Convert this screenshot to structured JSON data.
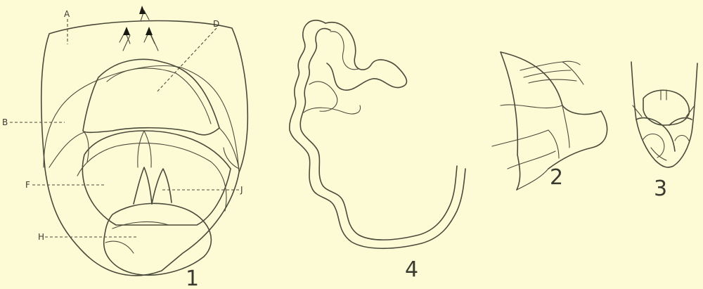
{
  "labels": {
    "a": "A",
    "b": "B",
    "d": "D",
    "f": "F",
    "h": "H",
    "j": "J"
  },
  "figures": {
    "fig1": "1",
    "fig2": "2",
    "fig3": "3",
    "fig4": "4"
  },
  "colors": {
    "background": "#fdfbd6",
    "ink": "#4a4a3a"
  }
}
